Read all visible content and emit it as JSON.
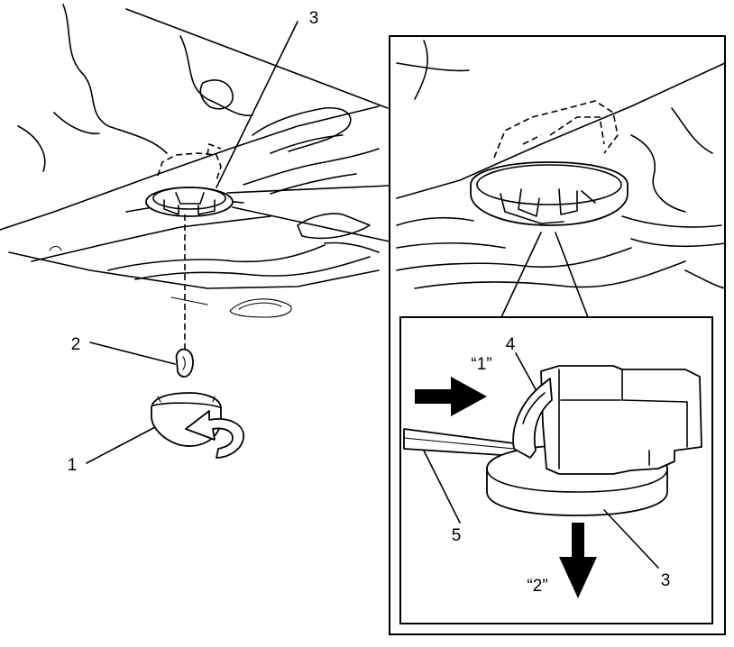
{
  "labels": {
    "callout_1": "1",
    "callout_2": "2",
    "callout_3_main": "3",
    "callout_4": "4",
    "callout_5": "5",
    "callout_3_detail": "3",
    "step_1": "“1”",
    "step_2": "“2”"
  },
  "icons": {
    "push_arrow": "arrow-right-icon",
    "pull_arrow": "arrow-down-icon",
    "rotate_arrow": "rotate-arrow-icon"
  },
  "colors": {
    "line": "#000000",
    "background": "#ffffff"
  }
}
